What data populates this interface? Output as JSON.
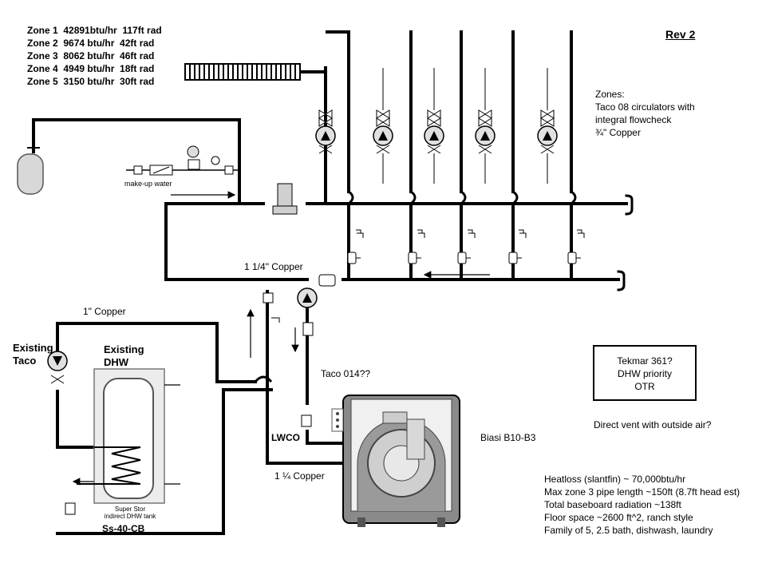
{
  "zones": [
    "Zone 1  42891btu/hr  117ft rad",
    "Zone 2  9674 btu/hr  42ft rad",
    "Zone 3  8062 btu/hr  46ft rad",
    "Zone 4  4949 btu/hr  18ft rad",
    "Zone 5  3150 btu/hr  30ft rad"
  ],
  "revision": "Rev 2",
  "zones_info": {
    "heading": "Zones:",
    "line1": "Taco 08 circulators with",
    "line2": "integral flowcheck",
    "line3": "¾\" Copper"
  },
  "labels": {
    "makeup_water": "make-up water",
    "copper_1_25": "1 1/4\" Copper",
    "copper_1": "1\" Copper",
    "copper_1_25b": "1 ¼ Copper",
    "existing_taco_1": "Existing",
    "existing_taco_2": "Taco",
    "existing_dhw_1": "Existing",
    "existing_dhw_2": "DHW",
    "taco_014": "Taco  014??",
    "lwco": "LWCO",
    "boiler": "Biasi B10-B3",
    "tank_line1": "Super Stor",
    "tank_line2": "indirect DHW tank",
    "tank_model": "Ss-40-CB",
    "direct_vent": "Direct vent with outside air?"
  },
  "control": {
    "line1": "Tekmar 361?",
    "line2": "DHW priority",
    "line3": "OTR"
  },
  "notes": [
    "Heatloss (slantfin) ~ 70,000btu/hr",
    "Max zone 3 pipe length ~150ft (8.7ft head est)",
    "Total baseboard radiation ~138ft",
    "Floor space ~2600 ft^2, ranch style",
    "Family of 5, 2.5 bath, dishwash, laundry"
  ],
  "icons": [
    "expansion-tank-icon",
    "circulator-pump-icon",
    "ball-valve-icon",
    "boiler-icon",
    "dhw-tank-icon",
    "baseboard-radiator-icon",
    "pressure-reducing-valve-icon"
  ]
}
